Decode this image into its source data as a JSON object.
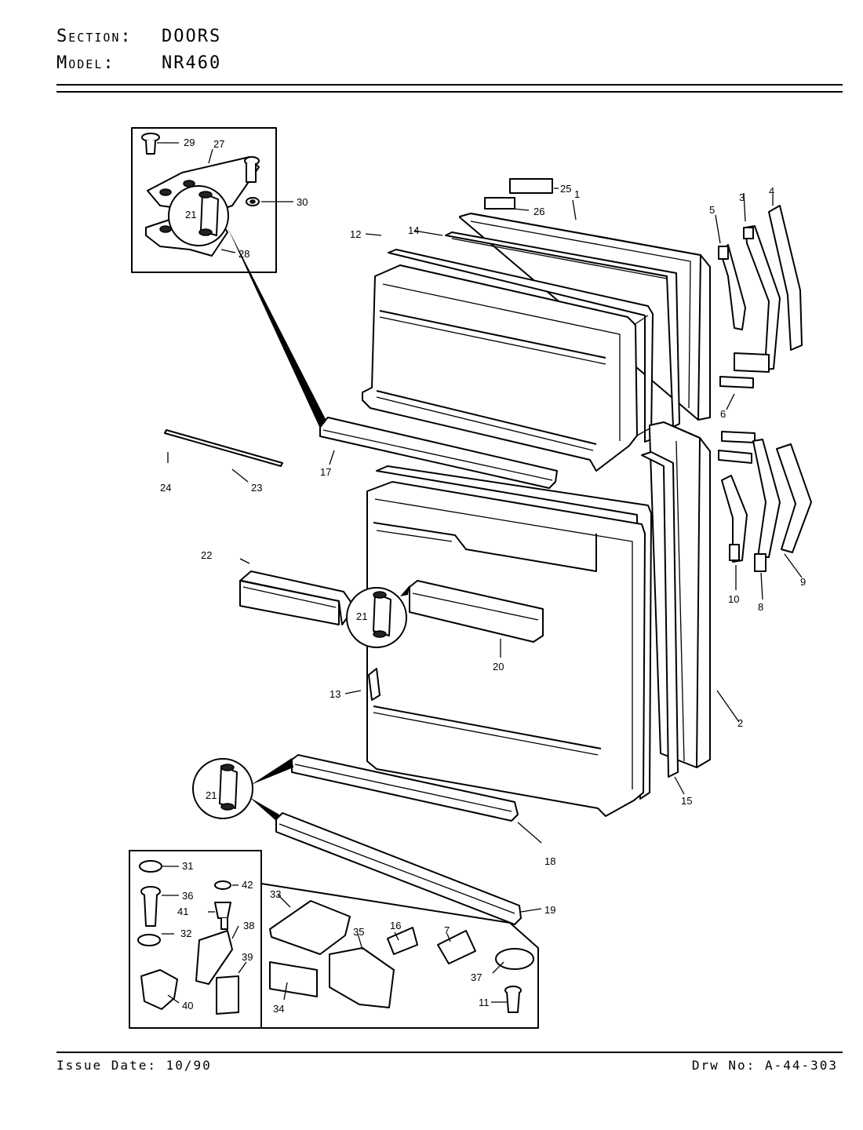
{
  "header": {
    "section_label": "Section:",
    "section_value": "DOORS",
    "model_label": "Model:",
    "model_value": "NR460"
  },
  "footer": {
    "issue_date": "Issue Date: 10/90",
    "drawing_no": "Drw No: A-44-303"
  },
  "callouts": {
    "c1": "1",
    "c2": "2",
    "c3": "3",
    "c4": "4",
    "c5": "5",
    "c6": "6",
    "c7": "7",
    "c8": "8",
    "c9": "9",
    "c10": "10",
    "c11": "11",
    "c12": "12",
    "c13": "13",
    "c14": "14",
    "c15": "15",
    "c16": "16",
    "c17": "17",
    "c18": "18",
    "c19": "19",
    "c20": "20",
    "c21a": "21",
    "c21b": "21",
    "c21c": "21",
    "c22": "22",
    "c23": "23",
    "c24": "24",
    "c25": "25",
    "c26": "26",
    "c27": "27",
    "c28": "28",
    "c29": "29",
    "c30": "30",
    "c31": "31",
    "c32": "32",
    "c33": "33",
    "c34": "34",
    "c35": "35",
    "c36": "36",
    "c37": "37",
    "c38": "38",
    "c39": "39",
    "c40": "40",
    "c41": "41",
    "c42": "42"
  }
}
